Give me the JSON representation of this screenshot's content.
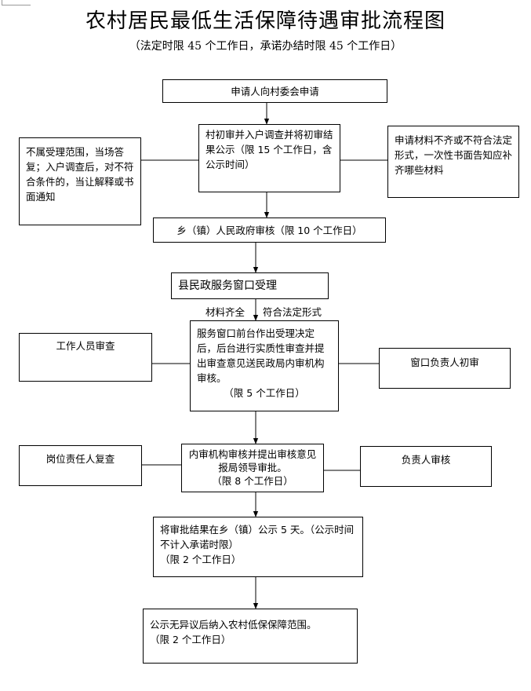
{
  "title": "农村居民最低生活保障待遇审批流程图",
  "subtitle": "（法定时限 45 个工作日，承诺办结时限 45 个工作日）",
  "steps": {
    "apply": "申请人向村委会申请",
    "village_review": "村初审并入户调查并将初审结果公示（限 15 个工作日，含公示时间）",
    "not_accepted": "不属受理范围，当场答复；入户调查后，对不符合条件的，当让解释或书面通知",
    "incomplete": "申请材料不齐或不符合法定形式，一次性书面告知应补齐哪些材料",
    "town_review": "乡（镇）人民政府审核（限 10 个工作日）",
    "county_window": "县民政服务窗口受理",
    "window_process": "服务窗口前台作出受理决定后，后台进行实质性审查并提出审查意见送民政局内审机构审核。",
    "window_limit": "（限 5 个工作日）",
    "staff_review": "工作人员审查",
    "window_head": "窗口负责人初审",
    "internal_review": "内审机构审核并提出审核意见报局领导审批。",
    "internal_limit": "（限 8 个工作日）",
    "post_recheck": "岗位责任人复查",
    "head_review": "负责人审核",
    "publicize": "将审批结果在乡（镇）公示 5 天。（公示时间不计入承诺时限）",
    "publicize_limit": "（限 2 个工作日）",
    "include": "公示无异议后纳入农村低保保障范围。",
    "include_limit": "（限 2 个工作日）"
  },
  "labels": {
    "materials_complete": "材料齐全",
    "legal_form": "符合法定形式"
  }
}
